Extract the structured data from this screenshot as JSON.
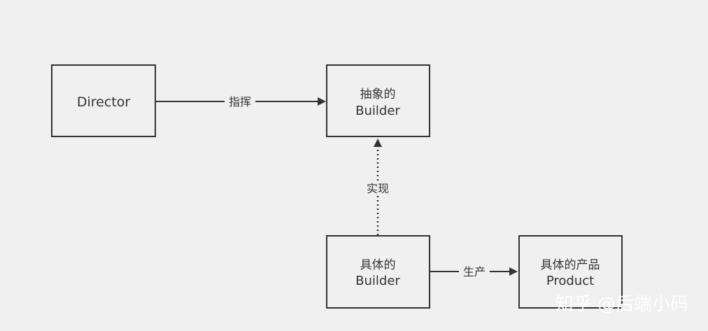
{
  "diagram": {
    "nodes": {
      "director": {
        "label": "Director"
      },
      "abstract_builder": {
        "line1": "抽象的",
        "line2": "Builder"
      },
      "concrete_builder": {
        "line1": "具体的",
        "line2": "Builder"
      },
      "product": {
        "line1": "具体的产品",
        "line2": "Product"
      }
    },
    "edges": {
      "command": {
        "label": "指挥",
        "style": "solid",
        "from": "Director",
        "to": "抽象的 Builder"
      },
      "implements": {
        "label": "实现",
        "style": "dotted",
        "from": "具体的 Builder",
        "to": "抽象的 Builder"
      },
      "produces": {
        "label": "生产",
        "style": "solid",
        "from": "具体的 Builder",
        "to": "具体的产品 Product"
      }
    }
  },
  "watermark": {
    "text": "知乎 @后端小码"
  },
  "colors": {
    "background": "#f0f0f0",
    "box_fill": "#f0f0f0",
    "stroke": "#333333",
    "text": "#333333",
    "watermark": "#ffffff"
  }
}
